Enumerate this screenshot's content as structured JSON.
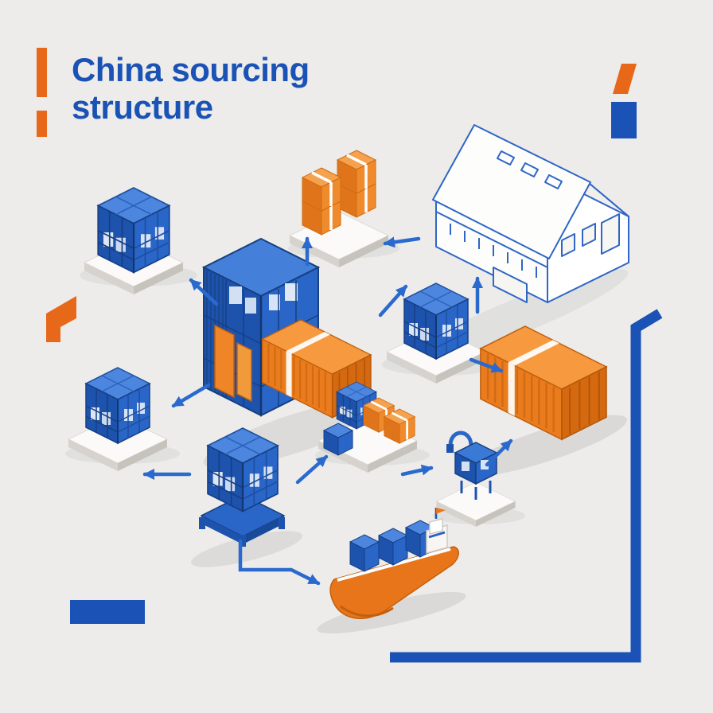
{
  "title": {
    "line1": "China sourcing",
    "line2": "structure"
  },
  "palette": {
    "primary_blue": "#1a53b5",
    "arrow_blue": "#2a6ace",
    "crate_blue": "#2a66c8",
    "orange": "#e8751a",
    "background": "#edecea"
  },
  "diagram": {
    "nodes": [
      {
        "icon": "blue-crate-icon",
        "name": "supplier-crate-top-left"
      },
      {
        "icon": "orange-boxes-icon",
        "name": "packed-goods-stack"
      },
      {
        "icon": "warehouse-icon",
        "name": "warehouse"
      },
      {
        "icon": "blue-depot-icon",
        "name": "central-depot"
      },
      {
        "icon": "orange-container-icon",
        "name": "container-mid"
      },
      {
        "icon": "blue-crate-icon",
        "name": "supplier-crate-right"
      },
      {
        "icon": "orange-container-icon",
        "name": "container-right"
      },
      {
        "icon": "blue-crate-icon",
        "name": "supplier-crate-left"
      },
      {
        "icon": "pallet-crate-icon",
        "name": "pallet-crate"
      },
      {
        "icon": "small-crate-icon",
        "name": "crate-with-boxes"
      },
      {
        "icon": "pump-icon",
        "name": "loading-machine"
      },
      {
        "icon": "cargo-ship-icon",
        "name": "cargo-ship"
      }
    ],
    "arrow_count": 12
  }
}
